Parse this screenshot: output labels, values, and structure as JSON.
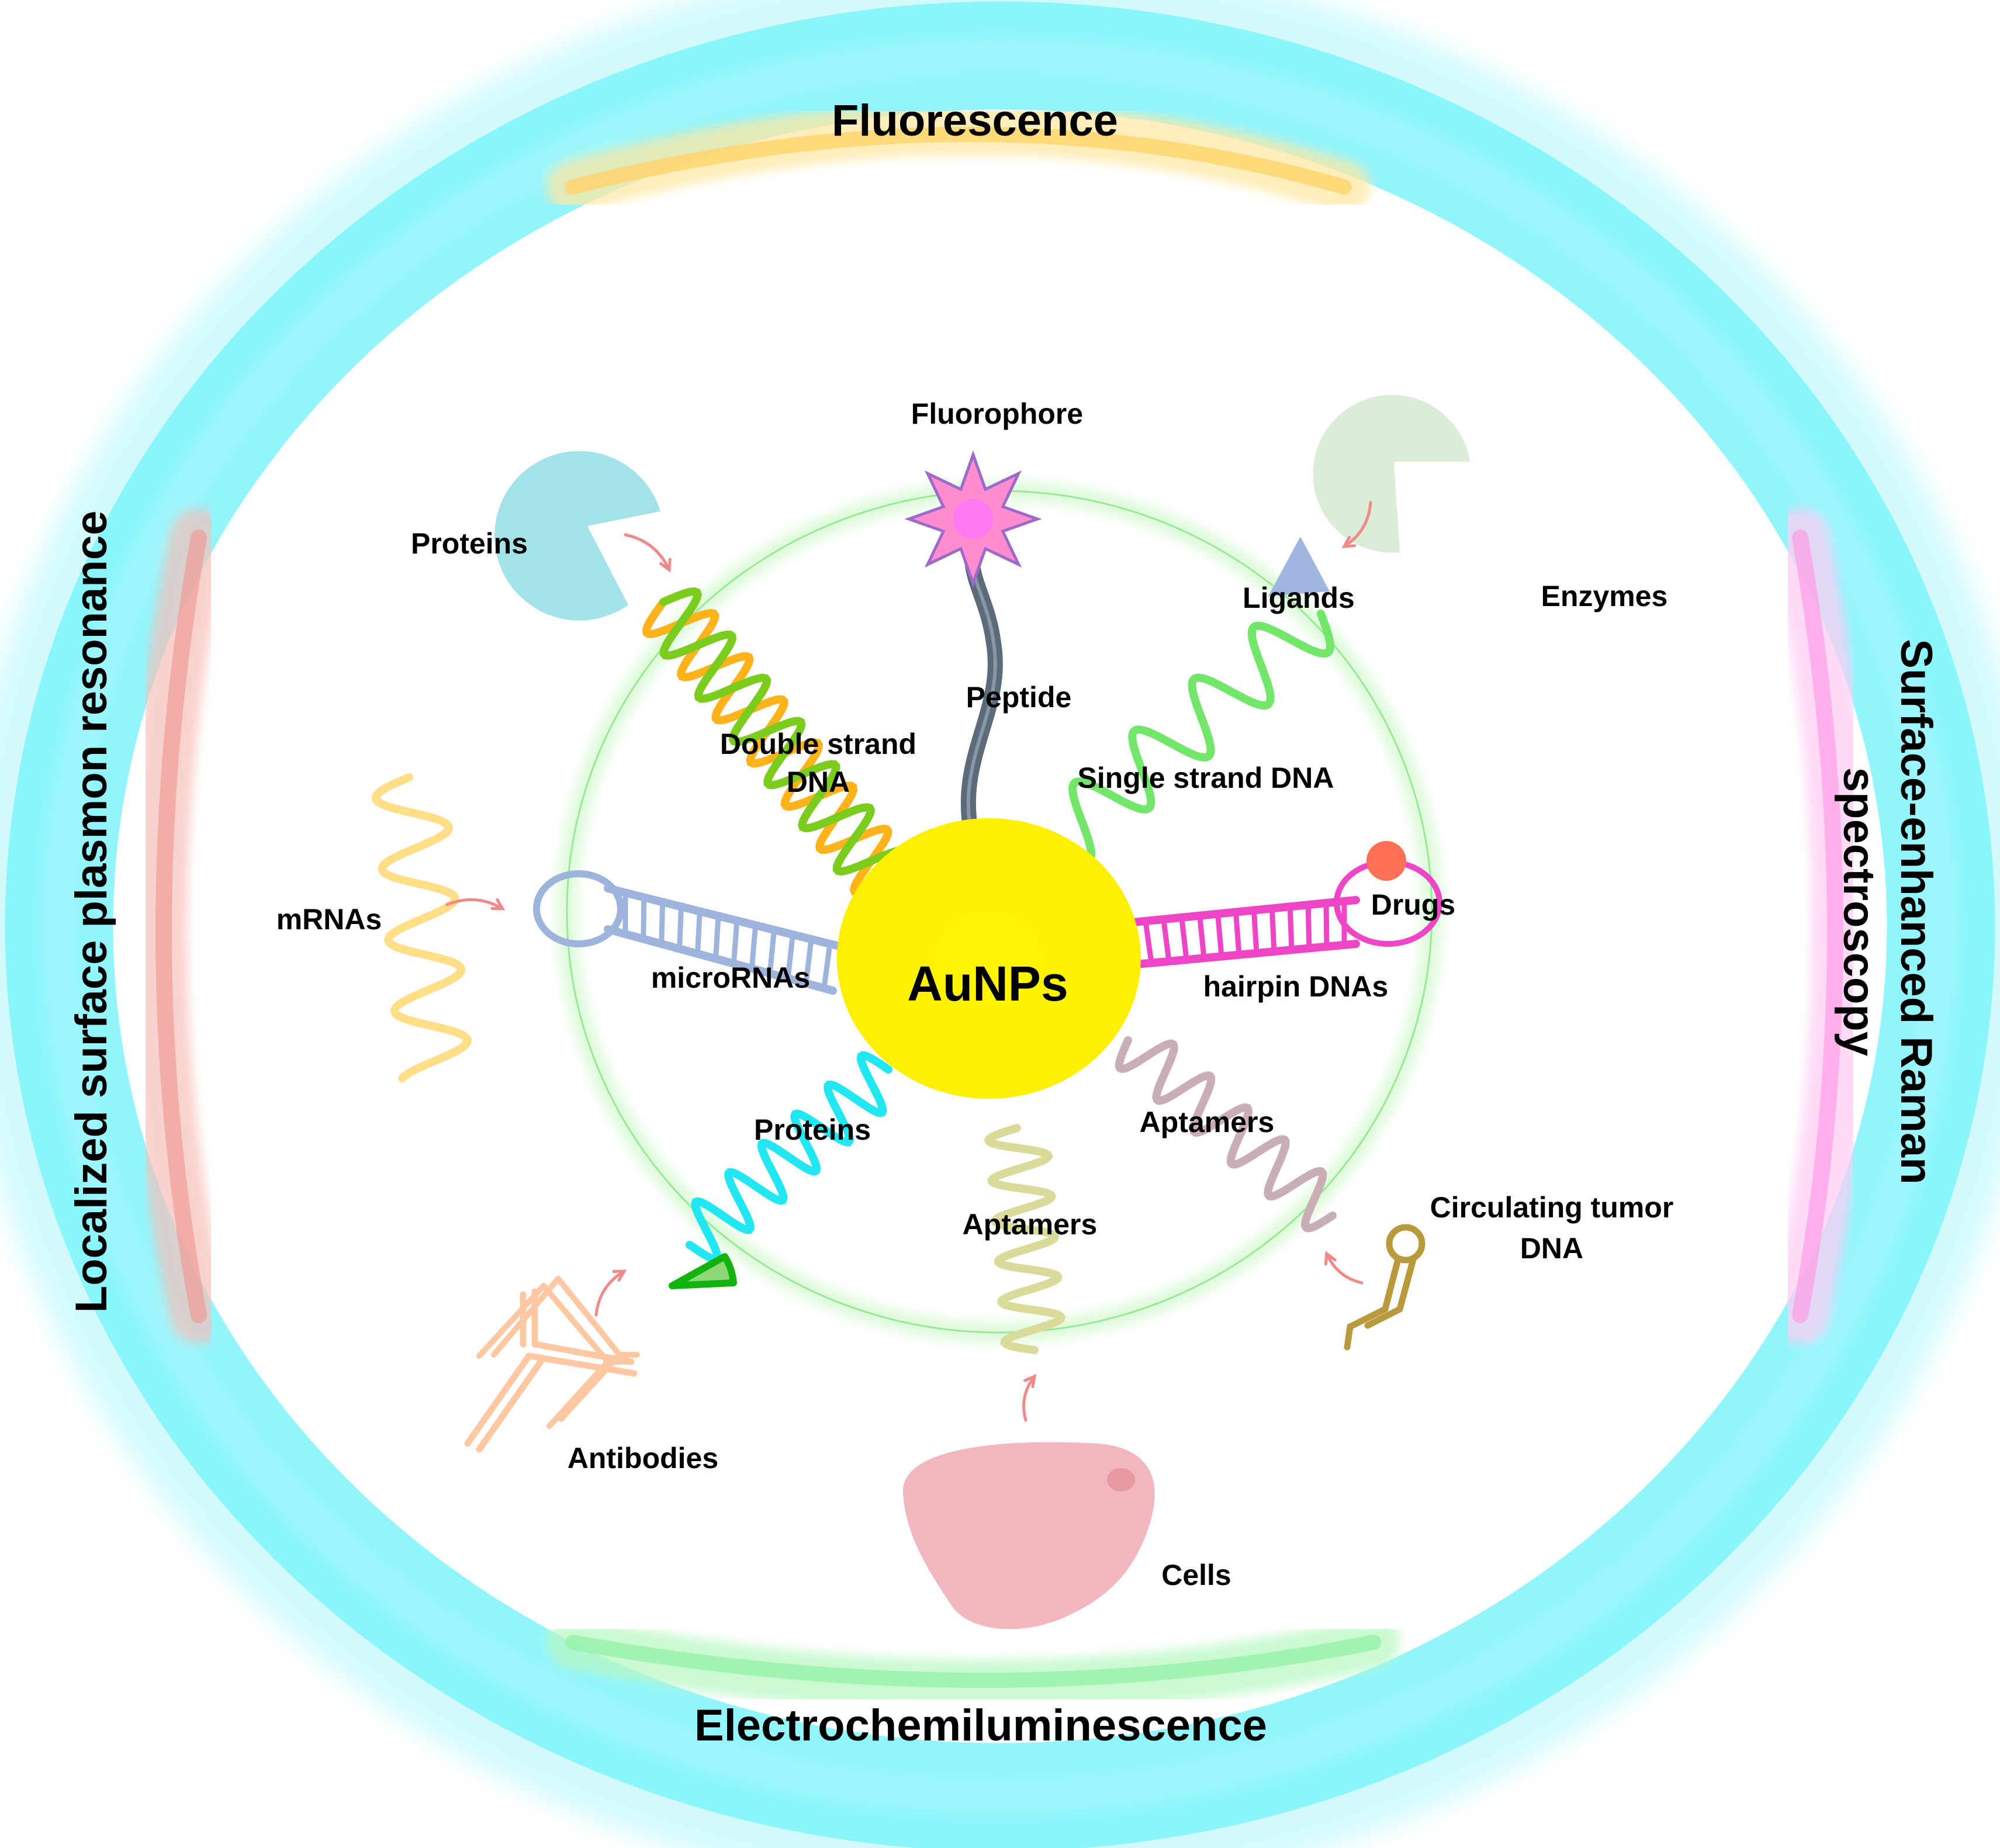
{
  "techniques": {
    "top": "Fluorescence",
    "bottom": "Electrochemiluminescence",
    "left": "Localized surface plasmon resonance",
    "right_line1": "Surface-enhanced Raman",
    "right_line2": "spectroscopy"
  },
  "center": {
    "label": "AuNPs",
    "color": "#FFF500"
  },
  "probes": {
    "fluorophore": "Fluorophore",
    "peptide": "Peptide",
    "double_strand_line1": "Double strand",
    "double_strand_line2": "DNA",
    "single_strand": "Single strand DNA",
    "hairpin": "hairpin DNAs",
    "drugs": "Drugs",
    "aptamers_right": "Aptamers",
    "aptamers_bottom": "Aptamers",
    "proteins_inner": "Proteins",
    "micrornas": "microRNAs",
    "ligands": "Ligands"
  },
  "targets": {
    "proteins": "Proteins",
    "enzymes": "Enzymes",
    "mrnas": "mRNAs",
    "antibodies": "Antibodies",
    "cells": "Cells",
    "ctdna_line1": "Circulating tumor",
    "ctdna_line2": "DNA"
  },
  "colors": {
    "outer_ring": "#7FF3FB",
    "fluorescence_band": "#FFE08A",
    "ecl_band": "#A8F7B0",
    "lspr_band": "#F4A3A0",
    "sers_band": "#FFB8F0",
    "inner_glow": "#B8F7B0",
    "peptide": "#5C6B7A",
    "ds_dna_a": "#7ACC1E",
    "ds_dna_b": "#FFB21A",
    "ss_dna": "#72E66A",
    "hairpin": "#EE44C6",
    "microrna": "#9DB4DC",
    "proteins_probe": "#22E6F2",
    "aptamer_bottom": "#DADB9A",
    "aptamer_right": "#C9AFB5",
    "fluorophore": "#FF8CCF",
    "drug": "#FF7055",
    "mrna": "#FFDE87",
    "antibody": "#FFC8A2",
    "cell": "#F2B7BE",
    "ctdna": "#B89A3C",
    "protein_target": "#A4E2EA",
    "enzyme": "#DCEDD7",
    "ligand": "#9EB6E0",
    "arrow": "#F08A8A"
  }
}
